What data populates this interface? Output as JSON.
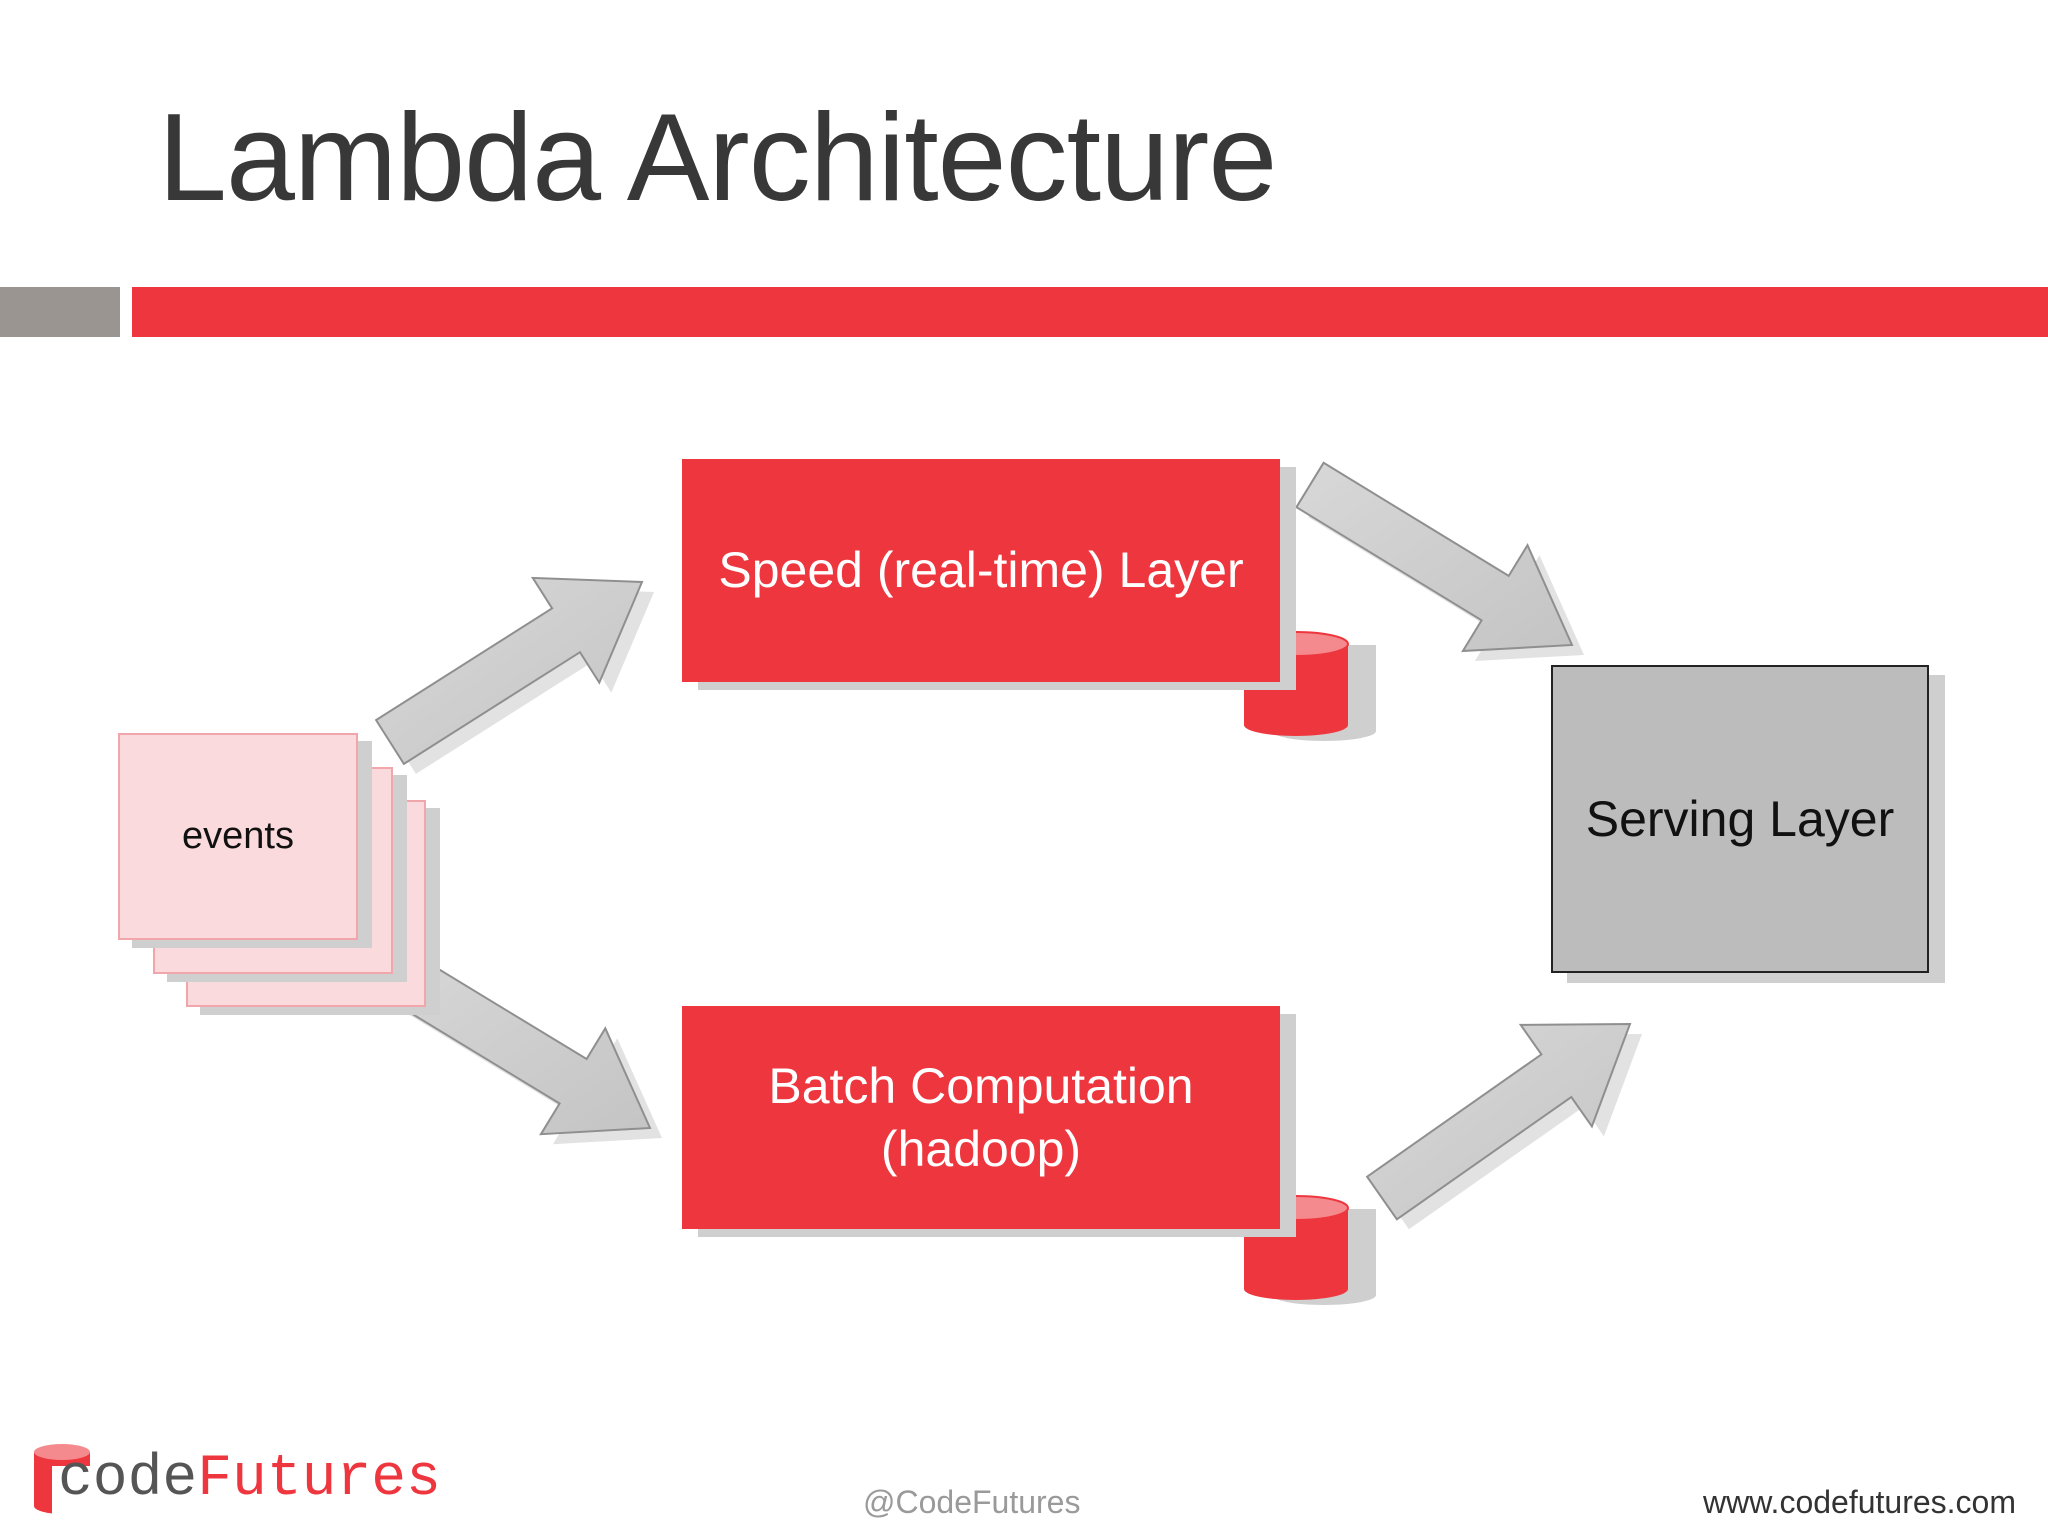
{
  "slide": {
    "title": "Lambda Architecture",
    "events_label": "events",
    "speed_layer_label": "Speed (real-time) Layer",
    "batch_label_line1": "Batch Computation",
    "batch_label_line2": "(hadoop)",
    "serving_layer_label": "Serving Layer"
  },
  "footer": {
    "logo_code": "code",
    "logo_futures": "Futures",
    "handle": "@CodeFutures",
    "url": "www.codefutures.com"
  },
  "colors": {
    "accent_red": "#ee363e",
    "accent_gray": "#9a9591",
    "arrow_gray": "#cccccc",
    "serving_gray": "#bcbcbc",
    "events_pink": "#fadadd",
    "title_text": "#383838"
  }
}
